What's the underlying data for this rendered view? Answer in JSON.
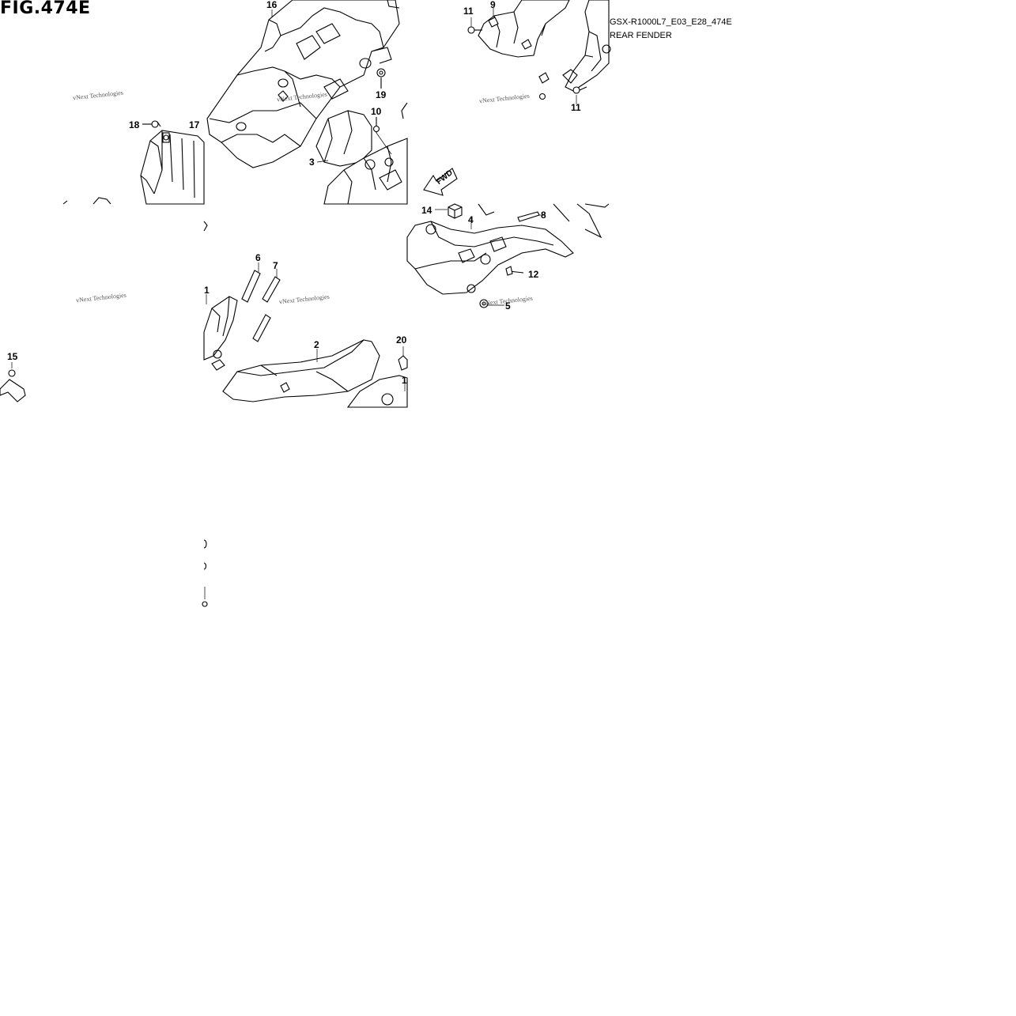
{
  "figure": {
    "title": "FIG.474E",
    "code": "GSX-R1000L7_E03_E28_474E",
    "name": "REAR FENDER",
    "fwd_label": "FWD"
  },
  "watermark": "vNext Technologies",
  "callouts": [
    {
      "id": "c16",
      "label": "16"
    },
    {
      "id": "c19",
      "label": "19"
    },
    {
      "id": "c10",
      "label": "10"
    },
    {
      "id": "c3",
      "label": "3"
    },
    {
      "id": "c18",
      "label": "18"
    },
    {
      "id": "c17",
      "label": "17"
    },
    {
      "id": "c11a",
      "label": "11"
    },
    {
      "id": "c9",
      "label": "9"
    },
    {
      "id": "c11b",
      "label": "11"
    },
    {
      "id": "c14",
      "label": "14"
    },
    {
      "id": "c4",
      "label": "4"
    },
    {
      "id": "c8",
      "label": "8"
    },
    {
      "id": "c12",
      "label": "12"
    },
    {
      "id": "c5",
      "label": "5"
    },
    {
      "id": "c6",
      "label": "6"
    },
    {
      "id": "c7",
      "label": "7"
    },
    {
      "id": "c1a",
      "label": "1"
    },
    {
      "id": "c2",
      "label": "2"
    },
    {
      "id": "c20",
      "label": "20"
    },
    {
      "id": "c1b",
      "label": "1"
    },
    {
      "id": "c15",
      "label": "15"
    }
  ]
}
